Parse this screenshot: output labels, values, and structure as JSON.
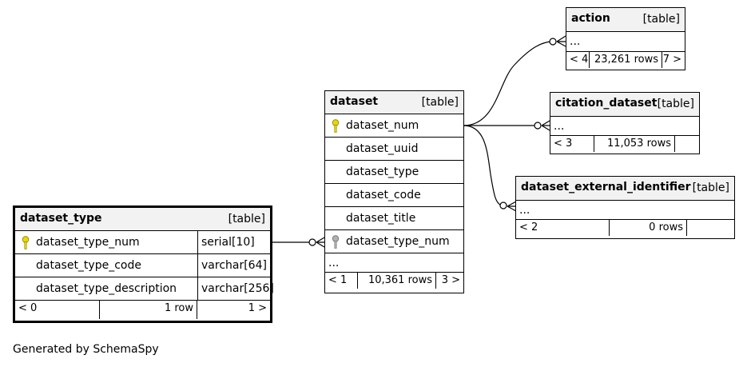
{
  "diagram": {
    "tables": {
      "dataset_type": {
        "name": "dataset_type",
        "kind": "[table]",
        "columns": [
          {
            "name": "dataset_type_num",
            "type": "serial[10]",
            "key": "primary"
          },
          {
            "name": "dataset_type_code",
            "type": "varchar[64]"
          },
          {
            "name": "dataset_type_description",
            "type": "varchar[256]"
          }
        ],
        "footer": {
          "left": "< 0",
          "rows": "1 row",
          "right": "1 >"
        }
      },
      "dataset": {
        "name": "dataset",
        "kind": "[table]",
        "columns": [
          {
            "name": "dataset_num",
            "key": "primary"
          },
          {
            "name": "dataset_uuid"
          },
          {
            "name": "dataset_type"
          },
          {
            "name": "dataset_code"
          },
          {
            "name": "dataset_title"
          },
          {
            "name": "dataset_type_num",
            "key": "foreign"
          }
        ],
        "more": "...",
        "footer": {
          "left": "< 1",
          "rows": "10,361 rows",
          "right": "3 >"
        }
      },
      "action": {
        "name": "action",
        "kind": "[table]",
        "more": "...",
        "footer": {
          "left": "< 4",
          "rows": "23,261 rows",
          "right": "7 >"
        }
      },
      "citation_dataset": {
        "name": "citation_dataset",
        "kind": "[table]",
        "more": "...",
        "footer": {
          "left": "< 3",
          "rows": "11,053 rows",
          "right": ""
        }
      },
      "dataset_external_identifier": {
        "name": "dataset_external_identifier",
        "kind": "[table]",
        "more": "...",
        "footer": {
          "left": "< 2",
          "rows": "0 rows",
          "right": ""
        }
      }
    },
    "relationships": [
      {
        "from": "dataset_type.dataset_type_num",
        "to": "dataset.dataset_type_num"
      },
      {
        "from": "dataset.dataset_num",
        "to": "action"
      },
      {
        "from": "dataset.dataset_num",
        "to": "citation_dataset"
      },
      {
        "from": "dataset.dataset_num",
        "to": "dataset_external_identifier"
      }
    ],
    "colors": {
      "primary_key": "#e8d800",
      "foreign_key": "#b0b0b0",
      "header_bg": "#f2f2f2"
    },
    "icons": {
      "primary_key": "key-icon",
      "foreign_key": "key-icon"
    },
    "note": "Generated by SchemaSpy"
  }
}
